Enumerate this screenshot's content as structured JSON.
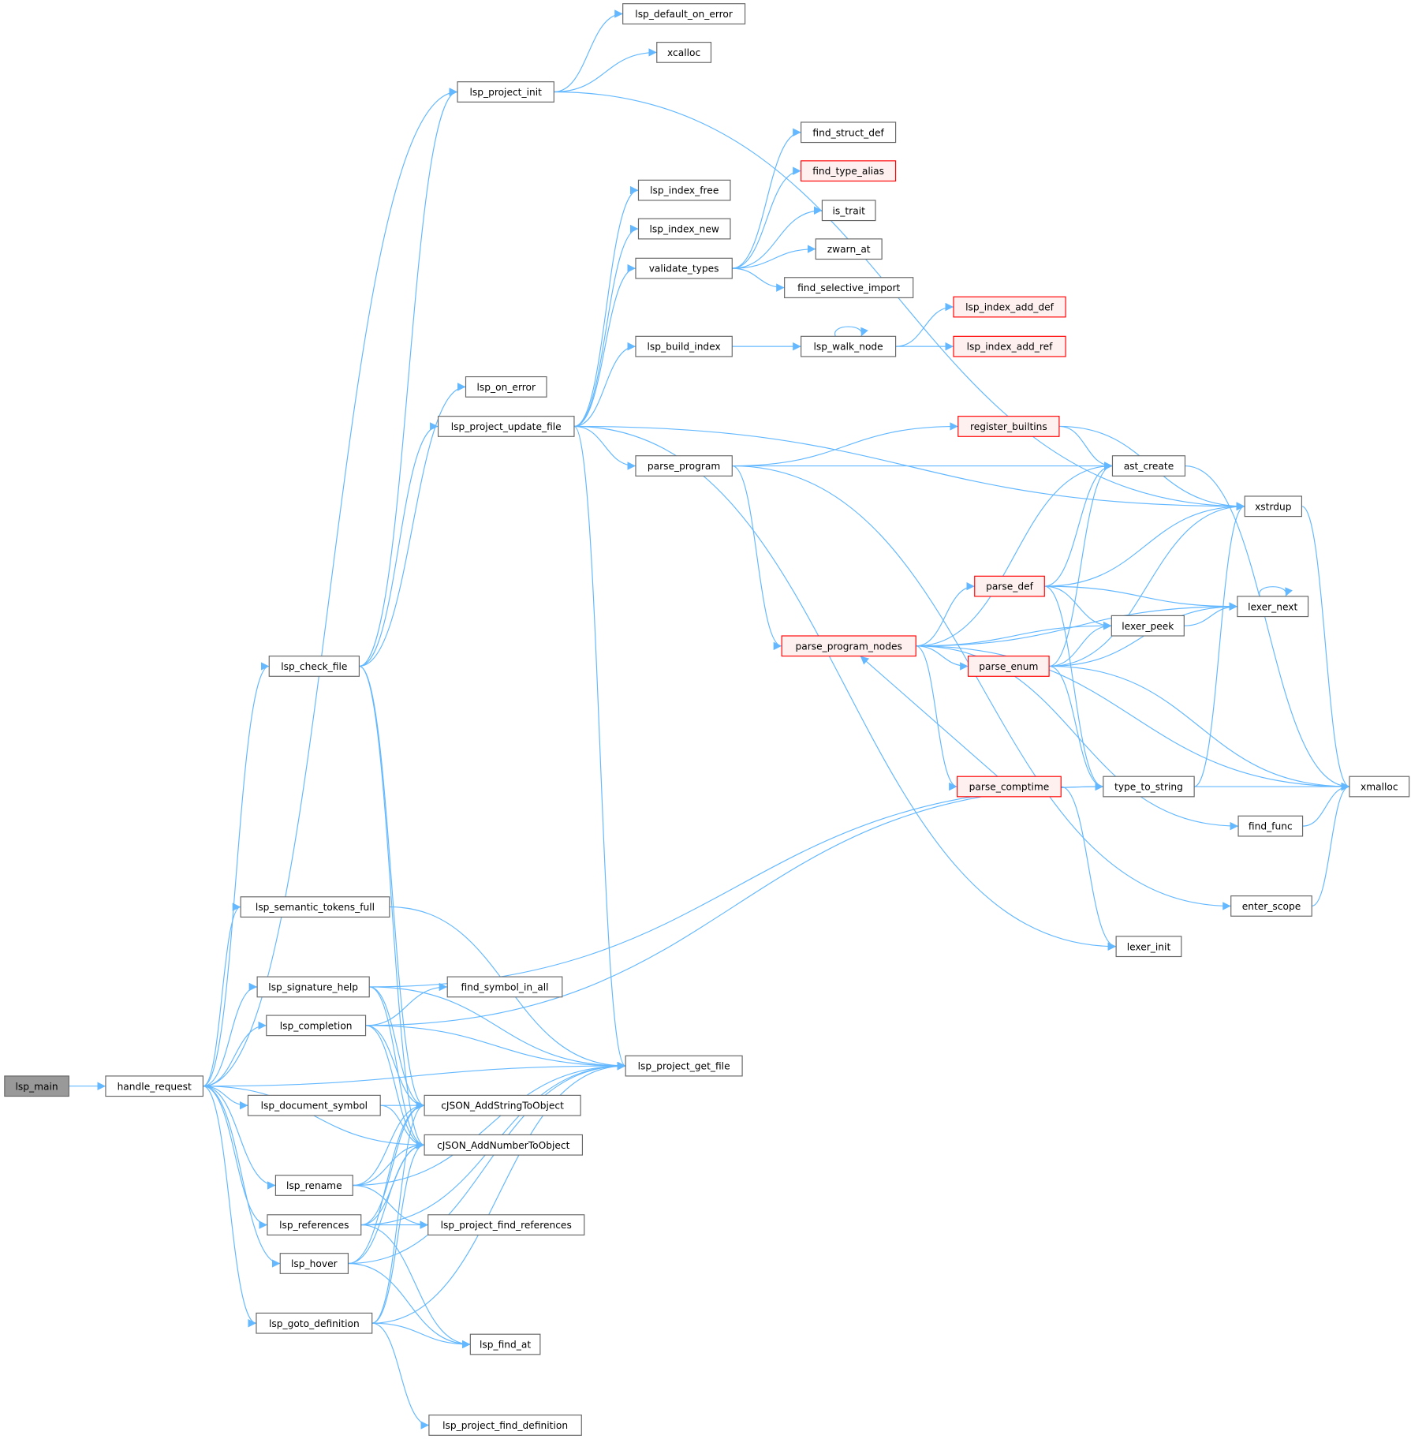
{
  "title": "lsp_main call graph",
  "colors": {
    "edge": "#63b8ff",
    "node_border": "#666666",
    "truncated_border": "#ff0000",
    "truncated_fill": "#fff0f0",
    "root_fill": "#999999"
  },
  "nodes": [
    {
      "id": "lsp_main",
      "label": "lsp_main",
      "style": "root"
    },
    {
      "id": "handle_request",
      "label": "handle_request"
    },
    {
      "id": "lsp_default_on_error",
      "label": "lsp_default_on_error"
    },
    {
      "id": "xcalloc",
      "label": "xcalloc"
    },
    {
      "id": "lsp_project_init",
      "label": "lsp_project_init"
    },
    {
      "id": "find_struct_def",
      "label": "find_struct_def"
    },
    {
      "id": "find_type_alias",
      "label": "find_type_alias",
      "style": "red"
    },
    {
      "id": "is_trait",
      "label": "is_trait"
    },
    {
      "id": "zwarn_at",
      "label": "zwarn_at"
    },
    {
      "id": "find_selective_import",
      "label": "find_selective_import"
    },
    {
      "id": "lsp_index_free",
      "label": "lsp_index_free"
    },
    {
      "id": "lsp_index_new",
      "label": "lsp_index_new"
    },
    {
      "id": "validate_types",
      "label": "validate_types"
    },
    {
      "id": "lsp_index_add_def",
      "label": "lsp_index_add_def",
      "style": "red"
    },
    {
      "id": "lsp_build_index",
      "label": "lsp_build_index"
    },
    {
      "id": "lsp_walk_node",
      "label": "lsp_walk_node"
    },
    {
      "id": "lsp_index_add_ref",
      "label": "lsp_index_add_ref",
      "style": "red"
    },
    {
      "id": "lsp_on_error",
      "label": "lsp_on_error"
    },
    {
      "id": "lsp_project_update_file",
      "label": "lsp_project_update_file"
    },
    {
      "id": "register_builtins",
      "label": "register_builtins",
      "style": "red"
    },
    {
      "id": "parse_program",
      "label": "parse_program"
    },
    {
      "id": "ast_create",
      "label": "ast_create"
    },
    {
      "id": "xstrdup",
      "label": "xstrdup"
    },
    {
      "id": "parse_def",
      "label": "parse_def",
      "style": "red"
    },
    {
      "id": "lexer_next",
      "label": "lexer_next"
    },
    {
      "id": "lexer_peek",
      "label": "lexer_peek"
    },
    {
      "id": "parse_program_nodes",
      "label": "parse_program_nodes",
      "style": "red"
    },
    {
      "id": "parse_enum",
      "label": "parse_enum",
      "style": "red"
    },
    {
      "id": "parse_comptime",
      "label": "parse_comptime",
      "style": "red"
    },
    {
      "id": "type_to_string",
      "label": "type_to_string"
    },
    {
      "id": "xmalloc",
      "label": "xmalloc"
    },
    {
      "id": "find_func",
      "label": "find_func"
    },
    {
      "id": "enter_scope",
      "label": "enter_scope"
    },
    {
      "id": "lexer_init",
      "label": "lexer_init"
    },
    {
      "id": "lsp_check_file",
      "label": "lsp_check_file"
    },
    {
      "id": "lsp_semantic_tokens_full",
      "label": "lsp_semantic_tokens_full"
    },
    {
      "id": "lsp_signature_help",
      "label": "lsp_signature_help"
    },
    {
      "id": "find_symbol_in_all",
      "label": "find_symbol_in_all"
    },
    {
      "id": "lsp_completion",
      "label": "lsp_completion"
    },
    {
      "id": "lsp_project_get_file",
      "label": "lsp_project_get_file"
    },
    {
      "id": "lsp_document_symbol",
      "label": "lsp_document_symbol"
    },
    {
      "id": "cJSON_AddStringToObject",
      "label": "cJSON_AddStringToObject"
    },
    {
      "id": "cJSON_AddNumberToObject",
      "label": "cJSON_AddNumberToObject"
    },
    {
      "id": "lsp_rename",
      "label": "lsp_rename"
    },
    {
      "id": "lsp_references",
      "label": "lsp_references"
    },
    {
      "id": "lsp_project_find_references",
      "label": "lsp_project_find_references"
    },
    {
      "id": "lsp_hover",
      "label": "lsp_hover"
    },
    {
      "id": "lsp_goto_definition",
      "label": "lsp_goto_definition"
    },
    {
      "id": "lsp_find_at",
      "label": "lsp_find_at"
    },
    {
      "id": "lsp_project_find_definition",
      "label": "lsp_project_find_definition"
    }
  ],
  "edges": [
    [
      "lsp_main",
      "handle_request"
    ],
    [
      "handle_request",
      "lsp_project_init"
    ],
    [
      "handle_request",
      "lsp_check_file"
    ],
    [
      "handle_request",
      "lsp_semantic_tokens_full"
    ],
    [
      "handle_request",
      "lsp_signature_help"
    ],
    [
      "handle_request",
      "lsp_completion"
    ],
    [
      "handle_request",
      "lsp_project_get_file"
    ],
    [
      "handle_request",
      "lsp_document_symbol"
    ],
    [
      "handle_request",
      "cJSON_AddNumberToObject"
    ],
    [
      "handle_request",
      "lsp_rename"
    ],
    [
      "handle_request",
      "lsp_references"
    ],
    [
      "handle_request",
      "lsp_hover"
    ],
    [
      "handle_request",
      "lsp_goto_definition"
    ],
    [
      "lsp_project_init",
      "lsp_default_on_error"
    ],
    [
      "lsp_project_init",
      "xcalloc"
    ],
    [
      "lsp_project_init",
      "xstrdup"
    ],
    [
      "lsp_check_file",
      "lsp_project_init"
    ],
    [
      "lsp_check_file",
      "lsp_on_error"
    ],
    [
      "lsp_check_file",
      "lsp_project_update_file"
    ],
    [
      "lsp_check_file",
      "cJSON_AddStringToObject"
    ],
    [
      "lsp_check_file",
      "cJSON_AddNumberToObject"
    ],
    [
      "lsp_project_update_file",
      "lsp_index_free"
    ],
    [
      "lsp_project_update_file",
      "lsp_index_new"
    ],
    [
      "lsp_project_update_file",
      "validate_types"
    ],
    [
      "lsp_project_update_file",
      "lsp_build_index"
    ],
    [
      "lsp_project_update_file",
      "xstrdup"
    ],
    [
      "lsp_project_update_file",
      "parse_program"
    ],
    [
      "lsp_project_update_file",
      "lsp_project_get_file"
    ],
    [
      "lsp_project_update_file",
      "lexer_init"
    ],
    [
      "validate_types",
      "find_struct_def"
    ],
    [
      "validate_types",
      "find_type_alias"
    ],
    [
      "validate_types",
      "is_trait"
    ],
    [
      "validate_types",
      "zwarn_at"
    ],
    [
      "validate_types",
      "find_selective_import"
    ],
    [
      "lsp_build_index",
      "lsp_walk_node"
    ],
    [
      "lsp_walk_node",
      "lsp_walk_node"
    ],
    [
      "lsp_walk_node",
      "lsp_index_add_def"
    ],
    [
      "lsp_walk_node",
      "lsp_index_add_ref"
    ],
    [
      "parse_program",
      "register_builtins"
    ],
    [
      "parse_program",
      "ast_create"
    ],
    [
      "parse_program",
      "parse_program_nodes"
    ],
    [
      "parse_program",
      "enter_scope"
    ],
    [
      "register_builtins",
      "ast_create"
    ],
    [
      "register_builtins",
      "xstrdup"
    ],
    [
      "ast_create",
      "xmalloc"
    ],
    [
      "xstrdup",
      "xmalloc"
    ],
    [
      "parse_program_nodes",
      "ast_create"
    ],
    [
      "parse_program_nodes",
      "lexer_next"
    ],
    [
      "parse_program_nodes",
      "parse_def"
    ],
    [
      "parse_program_nodes",
      "lexer_peek"
    ],
    [
      "parse_program_nodes",
      "parse_enum"
    ],
    [
      "parse_program_nodes",
      "parse_comptime"
    ],
    [
      "parse_program_nodes",
      "xmalloc"
    ],
    [
      "parse_program_nodes",
      "find_func"
    ],
    [
      "parse_def",
      "ast_create"
    ],
    [
      "parse_def",
      "xstrdup"
    ],
    [
      "parse_def",
      "lexer_next"
    ],
    [
      "parse_def",
      "lexer_peek"
    ],
    [
      "parse_def",
      "type_to_string"
    ],
    [
      "parse_enum",
      "ast_create"
    ],
    [
      "parse_enum",
      "lexer_peek"
    ],
    [
      "parse_enum",
      "xstrdup"
    ],
    [
      "parse_enum",
      "lexer_next"
    ],
    [
      "parse_enum",
      "type_to_string"
    ],
    [
      "parse_enum",
      "xmalloc"
    ],
    [
      "parse_comptime",
      "parse_program_nodes"
    ],
    [
      "parse_comptime",
      "lexer_init"
    ],
    [
      "lexer_peek",
      "lexer_next"
    ],
    [
      "lexer_next",
      "lexer_next"
    ],
    [
      "type_to_string",
      "xstrdup"
    ],
    [
      "type_to_string",
      "xmalloc"
    ],
    [
      "find_func",
      "xmalloc"
    ],
    [
      "enter_scope",
      "xmalloc"
    ],
    [
      "lsp_semantic_tokens_full",
      "lsp_project_get_file"
    ],
    [
      "lsp_signature_help",
      "type_to_string"
    ],
    [
      "lsp_signature_help",
      "lsp_project_get_file"
    ],
    [
      "lsp_signature_help",
      "cJSON_AddStringToObject"
    ],
    [
      "lsp_signature_help",
      "cJSON_AddNumberToObject"
    ],
    [
      "lsp_completion",
      "find_symbol_in_all"
    ],
    [
      "lsp_completion",
      "type_to_string"
    ],
    [
      "lsp_completion",
      "lsp_project_get_file"
    ],
    [
      "lsp_completion",
      "cJSON_AddStringToObject"
    ],
    [
      "lsp_completion",
      "cJSON_AddNumberToObject"
    ],
    [
      "lsp_document_symbol",
      "cJSON_AddStringToObject"
    ],
    [
      "lsp_document_symbol",
      "cJSON_AddNumberToObject"
    ],
    [
      "lsp_rename",
      "cJSON_AddStringToObject"
    ],
    [
      "lsp_rename",
      "cJSON_AddNumberToObject"
    ],
    [
      "lsp_rename",
      "lsp_project_get_file"
    ],
    [
      "lsp_rename",
      "lsp_project_find_references"
    ],
    [
      "lsp_references",
      "cJSON_AddStringToObject"
    ],
    [
      "lsp_references",
      "cJSON_AddNumberToObject"
    ],
    [
      "lsp_references",
      "lsp_project_find_references"
    ],
    [
      "lsp_references",
      "lsp_project_get_file"
    ],
    [
      "lsp_references",
      "lsp_find_at"
    ],
    [
      "lsp_hover",
      "cJSON_AddStringToObject"
    ],
    [
      "lsp_hover",
      "cJSON_AddNumberToObject"
    ],
    [
      "lsp_hover",
      "lsp_project_get_file"
    ],
    [
      "lsp_hover",
      "lsp_find_at"
    ],
    [
      "lsp_goto_definition",
      "cJSON_AddStringToObject"
    ],
    [
      "lsp_goto_definition",
      "cJSON_AddNumberToObject"
    ],
    [
      "lsp_goto_definition",
      "lsp_find_at"
    ],
    [
      "lsp_goto_definition",
      "lsp_project_get_file"
    ],
    [
      "lsp_goto_definition",
      "lsp_project_find_definition"
    ]
  ]
}
